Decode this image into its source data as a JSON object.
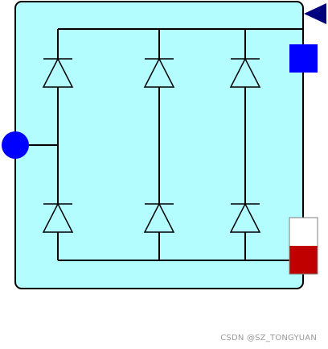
{
  "diagram": {
    "component": "three-phase-diode-rectifier-bridge",
    "colors": {
      "body_fill": "#b3fcff",
      "body_stroke": "#000000",
      "wire": "#000000",
      "diode_stroke": "#000000",
      "ac_port": "#0000ff",
      "top_arrow": "#00007f",
      "right_square": "#0000ff",
      "dc_pos_port_top": "#ffffff",
      "dc_neg_port_bottom": "#c00000"
    },
    "legs": 3,
    "diodes_per_leg": 2
  },
  "watermark": {
    "text": "CSDN @SZ_TONGYUAN"
  }
}
